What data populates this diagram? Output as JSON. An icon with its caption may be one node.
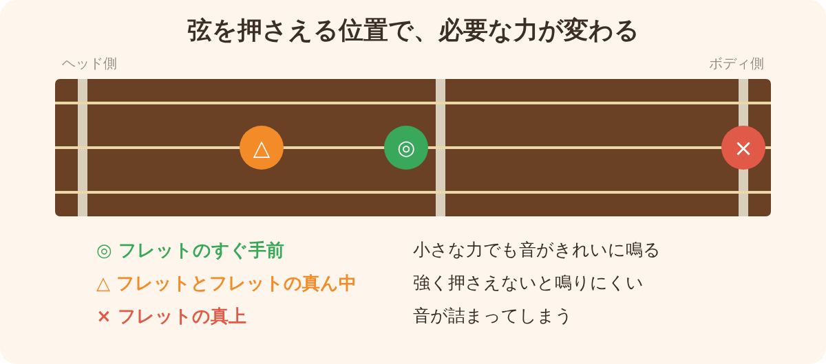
{
  "diagram": {
    "title": "弦を押さえる位置で、必要な力が変わる",
    "nodes": [
      {
        "text": [
          "△"
        ]
      },
      {
        "text": [
          "◎"
        ]
      },
      {
        "text": [
          "×"
        ]
      }
    ],
    "labels": [
      "ヘッド側",
      "ボディ側",
      "◎ フレットのすぐ手前",
      "小さな力でも音がきれいに鳴る",
      "△ フレットとフレットの真ん中",
      "強く押さえないと鳴りにくい",
      "× フレットの真上",
      "音が詰まってしまう"
    ]
  }
}
